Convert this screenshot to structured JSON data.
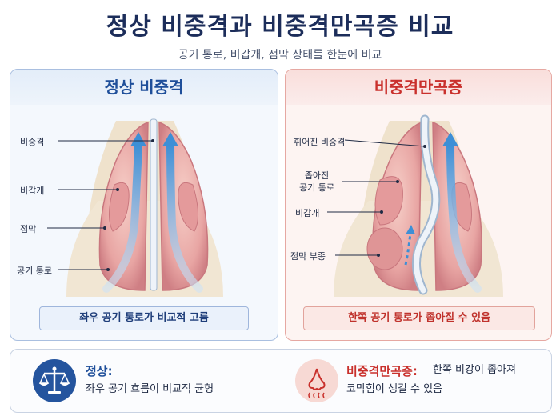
{
  "title": "정상 비중격과 비중격만곡증 비교",
  "subtitle": "공기 통로, 비갑개, 점막 상태를 한눈에 비교",
  "left_panel": {
    "header": "정상 비중격",
    "labels": {
      "septum": "비중격",
      "turbinate": "비갑개",
      "mucosa": "점막",
      "airway": "공기 통로"
    },
    "caption": "좌우 공기 통로가 비교적 고름"
  },
  "right_panel": {
    "header": "비중격만곡증",
    "labels": {
      "deviated_septum": "휘어진 비중격",
      "narrowed_airway": "좁아진\n공기 통로",
      "turbinate": "비갑개",
      "mucosal_swelling": "점막 부종"
    },
    "caption": "한쪽 공기 통로가 좁아질 수 있음"
  },
  "summary": {
    "normal_title": "정상:",
    "normal_text": "좌우 공기 흐름이 비교적 균형",
    "deviated_title": "비중격만곡증:",
    "deviated_text_1": "한쪽 비강이 좁아져",
    "deviated_text_2": "코막힘이 생길 수 있음"
  },
  "colors": {
    "normal_accent": "#1f4f9a",
    "deviated_accent": "#c9302c",
    "airflow": "#3d8fd6",
    "tissue": "#e7a7a6",
    "bone": "#efe2cc"
  },
  "icons": {
    "normal": "balance-scale-icon",
    "deviated": "nose-icon"
  }
}
